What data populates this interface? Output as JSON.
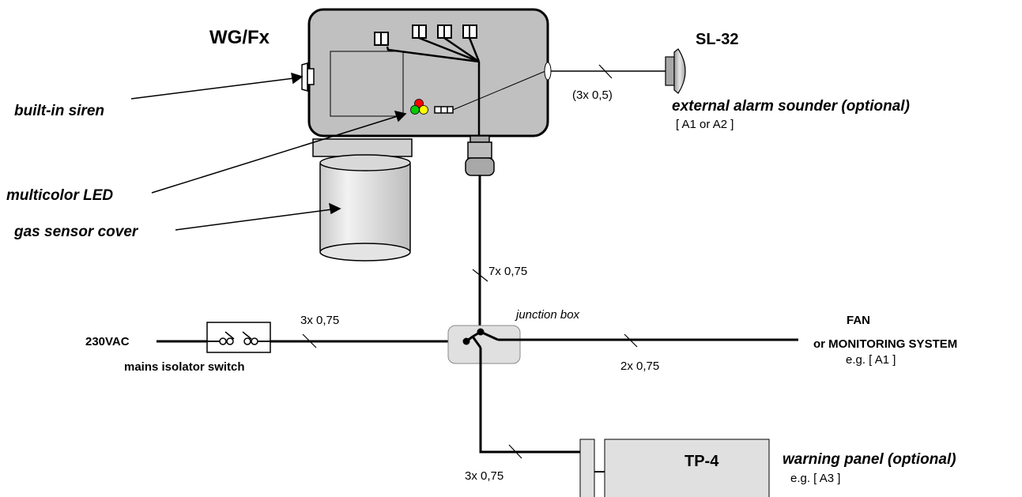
{
  "device": {
    "name": "WG/Fx"
  },
  "sounder": {
    "name": "SL-32",
    "description": "external alarm sounder (optional)",
    "ref": "[ A1 or A2 ]",
    "cable": "(3x 0,5)"
  },
  "labels": {
    "siren": "built-in siren",
    "led": "multicolor LED",
    "sensor_cover": "gas sensor cover"
  },
  "cables": {
    "device_to_junction": "7x 0,75",
    "mains": "3x 0,75",
    "fan": "2x 0,75",
    "panel": "3x 0,75"
  },
  "junction": {
    "label": "junction box"
  },
  "mains": {
    "voltage": "230VAC",
    "switch_label": "mains isolator switch"
  },
  "fan": {
    "line1": "FAN",
    "line2": "or MONITORING SYSTEM",
    "ref": "e.g. [ A1 ]"
  },
  "panel": {
    "name": "TP-4",
    "description": "warning panel (optional)",
    "ref": "e.g. [ A3 ]"
  },
  "colors": {
    "device_fill": "#c0c0c0",
    "led_red": "#ff0000",
    "led_green": "#00cc00",
    "led_yellow": "#ffff00",
    "junction_fill": "#e0e0e0",
    "panel_fill": "#e0e0e0"
  }
}
